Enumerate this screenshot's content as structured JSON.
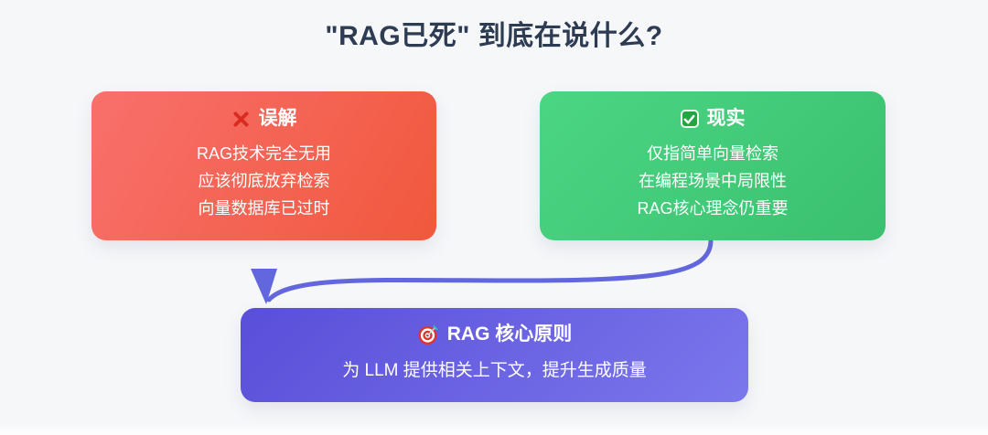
{
  "title": "\"RAG已死\" 到底在说什么?",
  "cards": {
    "misconception": {
      "icon": "cross-mark-icon",
      "header": "误解",
      "lines": [
        "RAG技术完全无用",
        "应该彻底放弃检索",
        "向量数据库已过时"
      ],
      "colors": {
        "gradient_start": "#f8706c",
        "gradient_end": "#f1583d"
      }
    },
    "reality": {
      "icon": "check-mark-icon",
      "header": "现实",
      "lines": [
        "仅指简单向量检索",
        "在编程场景中局限性",
        "RAG核心理念仍重要"
      ],
      "colors": {
        "gradient_start": "#4bd684",
        "gradient_end": "#3ac06f"
      }
    },
    "principle": {
      "icon": "dart-target-icon",
      "header": "RAG 核心原则",
      "body": "为 LLM 提供相关上下文，提升生成质量",
      "colors": {
        "gradient_start": "#594ed9",
        "gradient_end": "#7b77ec"
      }
    }
  },
  "connector": {
    "from": "reality-card",
    "to": "principle-card",
    "color": "#6267dd"
  },
  "theme": {
    "background": "#f6f7f9",
    "title_color": "#2d3c52",
    "card_text_color": "#ffffff"
  }
}
